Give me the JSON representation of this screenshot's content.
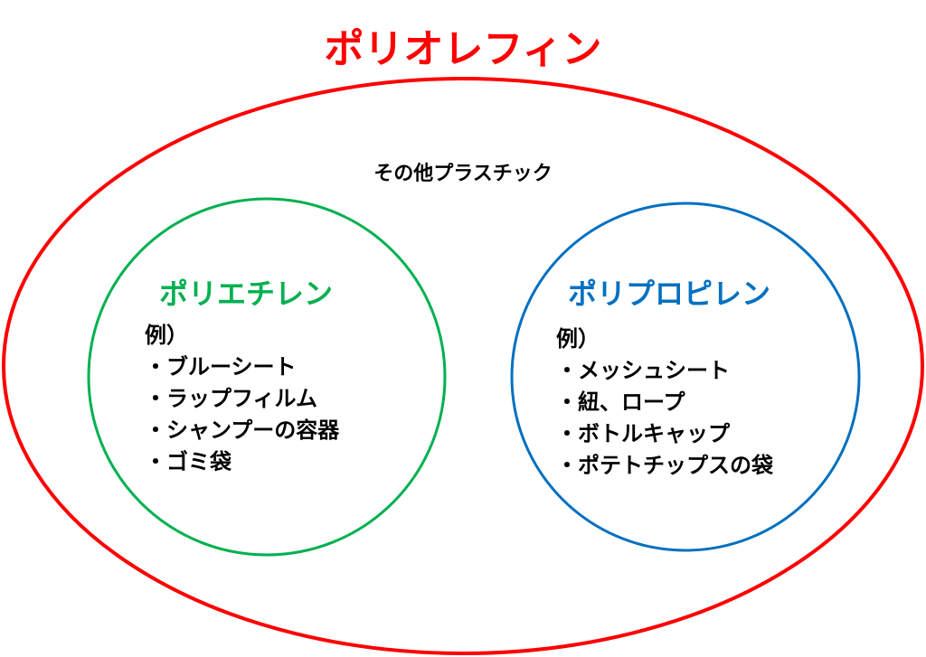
{
  "title": "ポリオレフィン",
  "other": "その他プラスチック",
  "polyethylene": {
    "title": "ポリエチレン",
    "example_label": "例）",
    "items": [
      "・ブルーシート",
      "・ラップフィルム",
      "・シャンプーの容器",
      "・ゴミ袋"
    ]
  },
  "polypropylene": {
    "title": "ポリプロピレン",
    "example_label": "例）",
    "items": [
      "・メッシュシート",
      "・紐、ロープ",
      "・ボトルキャップ",
      "・ポテトチップスの袋"
    ]
  },
  "colors": {
    "outer": "#ff0000",
    "pe": "#00b050",
    "pp": "#0070c0"
  }
}
